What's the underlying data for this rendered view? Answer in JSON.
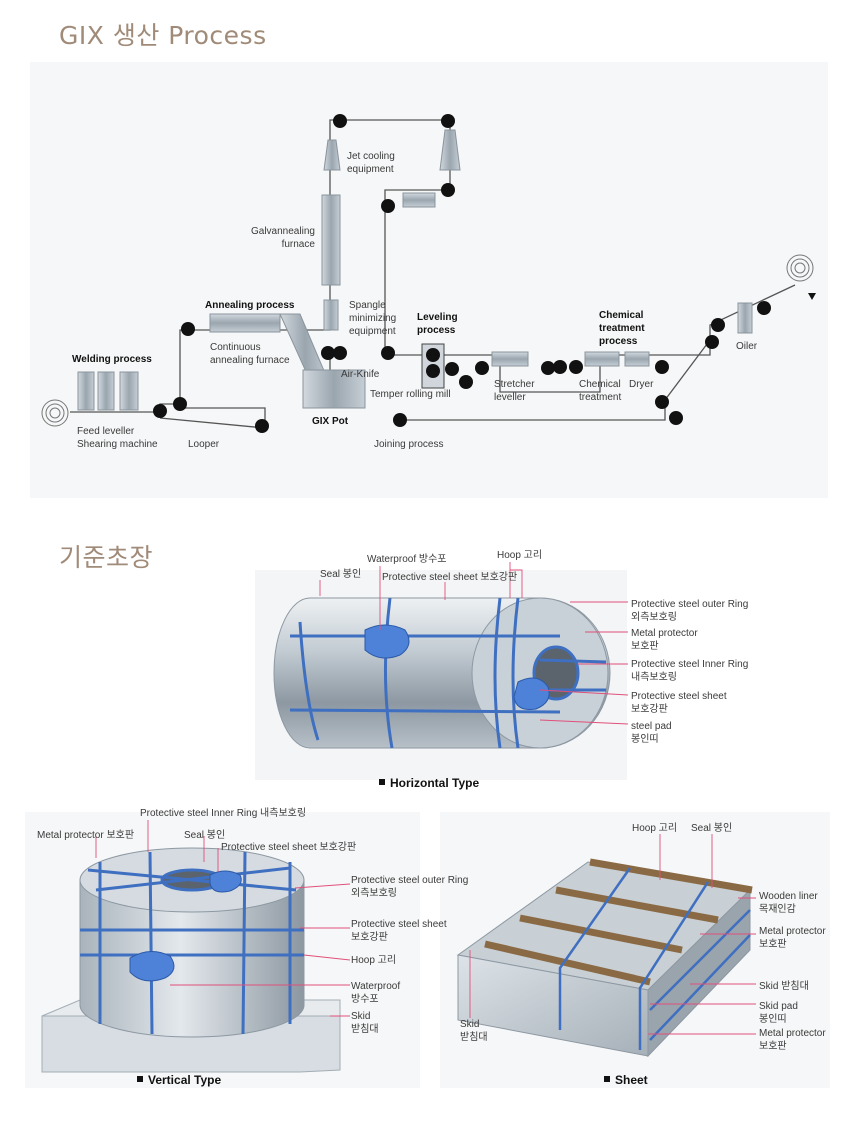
{
  "process": {
    "title": "GIX 생산 Process",
    "headings": {
      "welding": "Welding process",
      "annealing": "Annealing process",
      "leveling": "Leveling\nprocess",
      "chemical": "Chemical\ntreatment\nprocess",
      "gix_pot": "GIX Pot"
    },
    "labels": {
      "feed": "Feed leveller\nShearing machine",
      "looper": "Looper",
      "continuous": "Continuous\nannealing furnace",
      "galvannealing": "Galvannealing\nfurnace",
      "jet": "Jet cooling\nequipment",
      "spangle": "Spangle\nminimizing\nequipment",
      "airknife": "Air-Knife",
      "temper": "Temper rolling mill",
      "stretcher": "Stretcher\nleveller",
      "chemtreat": "Chemical\ntreatment",
      "dryer": "Dryer",
      "oiler": "Oiler",
      "joining": "Joining process"
    }
  },
  "packing": {
    "title": "기준초장",
    "horizontal": {
      "caption": "Horizontal Type",
      "labels": {
        "seal": "Seal  봉인",
        "waterproof": "Waterproof  방수포",
        "pss_top": "Protective steel sheet  보호강판",
        "hoop": "Hoop  고리",
        "outer_ring": "Protective steel outer Ring\n외측보호링",
        "metal_protector": "Metal protector\n보호판",
        "inner_ring": "Protective steel Inner Ring\n내측보호링",
        "pss_right": "Protective steel sheet\n보호강판",
        "steel_pad": "steel pad\n봉인띠"
      }
    },
    "vertical": {
      "caption": "Vertical Type",
      "labels": {
        "metal_protector": "Metal protector  보호판",
        "inner_ring": "Protective steel Inner Ring  내측보호링",
        "seal": "Seal  봉인",
        "pss_top": "Protective steel sheet  보호강판",
        "outer_ring": "Protective steel outer Ring\n외측보호링",
        "pss_right": "Protective steel sheet\n보호강판",
        "hoop": "Hoop  고리",
        "waterproof": "Waterproof\n방수포",
        "skid": "Skid\n받침대"
      }
    },
    "sheet": {
      "caption": "Sheet",
      "labels": {
        "hoop": "Hoop  고리",
        "seal": "Seal  봉인",
        "wooden_liner": "Wooden liner\n목재인감",
        "metal_protector_top": "Metal protector\n보호판",
        "skid_right": "Skid  받침대",
        "skid_pad": "Skid pad\n봉인띠",
        "metal_protector_bottom": "Metal protector\n보호판",
        "skid_left": "Skid\n받침대"
      }
    }
  },
  "colors": {
    "title": "#a08a78",
    "pointer": "#e0507a",
    "steel": "#b9c4cc",
    "band": "#3f6fc0",
    "wood": "#8a6a44"
  }
}
